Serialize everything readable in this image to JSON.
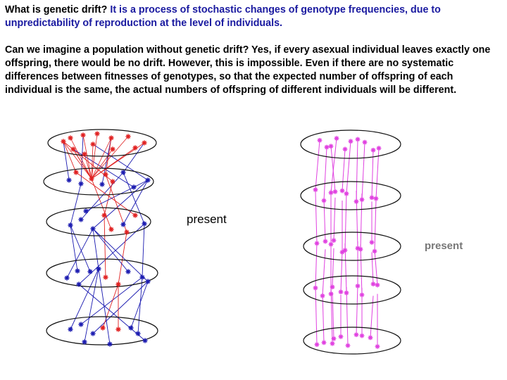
{
  "paragraph1": {
    "question": "What is genetic drift?",
    "answer": "It is a process of stochastic changes of genotype frequencies, due to unpredictability of reproduction at the level of individuals."
  },
  "paragraph2": "Can we imagine a population without genetic drift? Yes, if every asexual individual leaves exactly one offspring, there would be no drift. However, this is impossible. Even if there are no systematic differences between fitnesses of genotypes, so that the expected number of offspring of each individual is the same, the actual numbers of offspring of different individuals will be different.",
  "labels": {
    "left": "present",
    "right": "present"
  },
  "colors": {
    "answer_text": "#1a1aa0",
    "red_lineage": "#e02020",
    "blue_lineage": "#1a1ab0",
    "magenta_lineage": "#e040e0",
    "ellipse_stroke": "#111111"
  }
}
